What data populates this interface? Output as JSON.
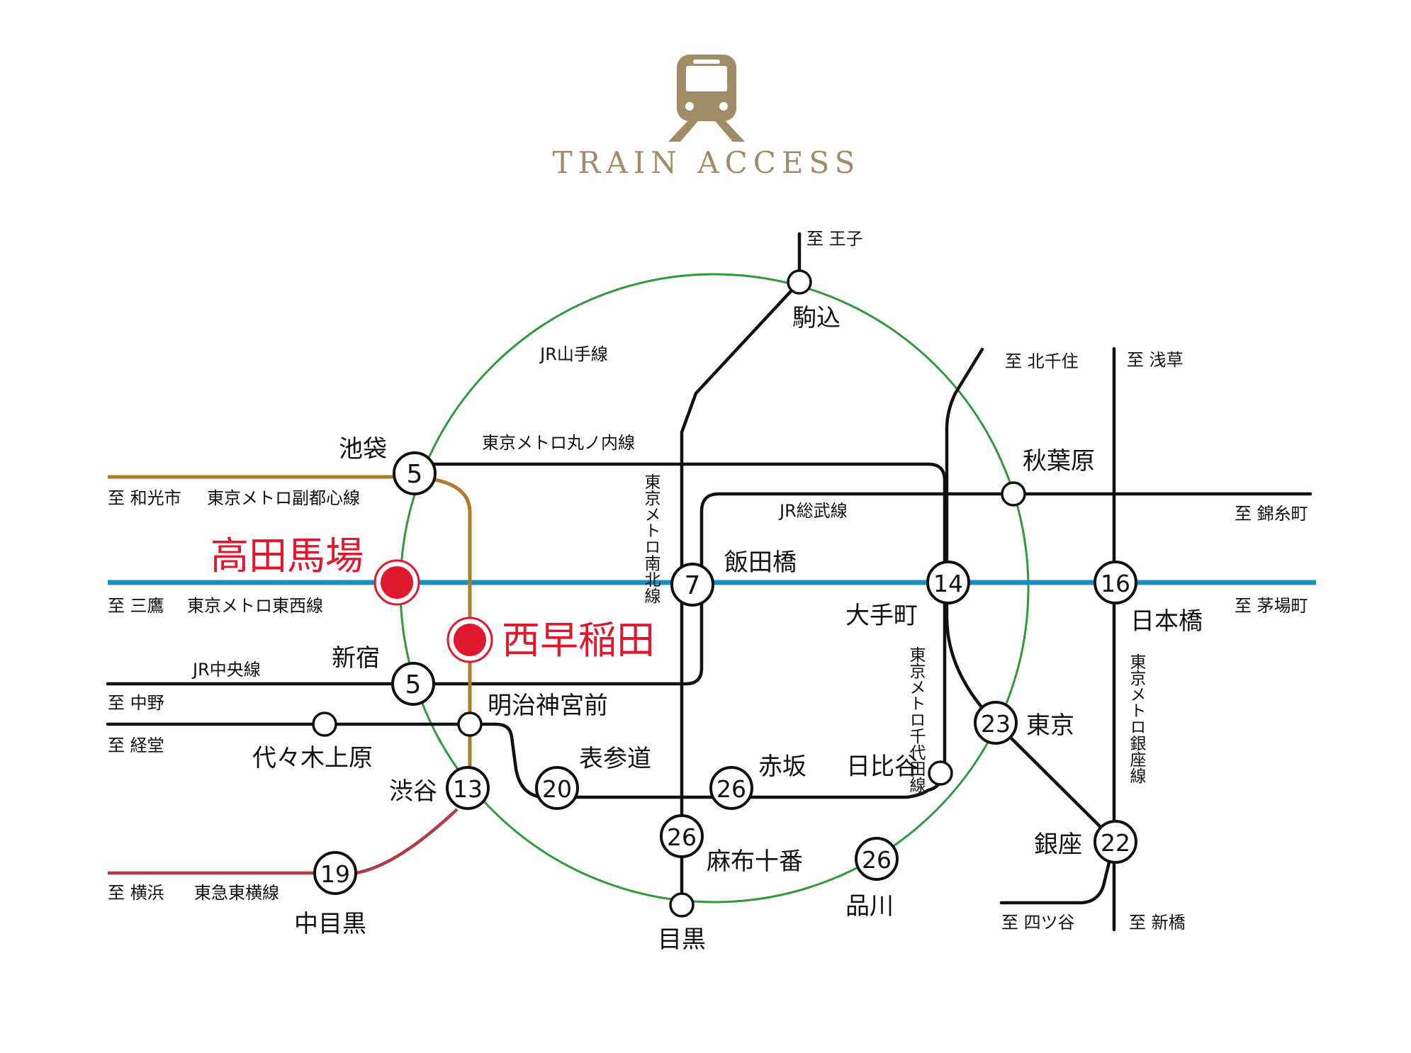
{
  "header": {
    "title": "TRAIN ACCESS",
    "icon": "train-icon"
  },
  "colors": {
    "yamanote": "#2e9a3a",
    "tozai": "#1a8ec0",
    "fukutoshin": "#b07b2c",
    "toyoko": "#b33a45",
    "line": "#111111",
    "highlight": "#e0182d",
    "gold": "#a08c66"
  },
  "lines": {
    "yamanote": "JR山手線",
    "marunouchi": "東京メトロ丸ノ内線",
    "fukutoshin": "東京メトロ副都心線",
    "sobu": "JR総武線",
    "tozai": "東京メトロ東西線",
    "chuo": "JR中央線",
    "toyoko": "東急東横線",
    "namboku": "東京メトロ南北線",
    "chiyoda": "東京メトロ千代田線",
    "ginza": "東京メトロ銀座線"
  },
  "destinations": {
    "oji": "至 王子",
    "kitasenju": "至 北千住",
    "asakusa": "至 浅草",
    "wakoshi": "至 和光市",
    "kinshicho": "至 錦糸町",
    "mitaka": "至 三鷹",
    "kayabacho": "至 茅場町",
    "nakano": "至 中野",
    "kyodo": "至 経堂",
    "yokohama": "至 横浜",
    "yotsuya": "至 四ツ谷",
    "shinbashi": "至 新橋"
  },
  "highlight_stations": {
    "takadanobaba": "高田馬場",
    "nishiwaseda": "西早稲田"
  },
  "stations": {
    "komagome": "駒込",
    "ikebukuro": "池袋",
    "akihabara": "秋葉原",
    "iidabashi": "飯田橋",
    "otemachi": "大手町",
    "nihonbashi": "日本橋",
    "shinjuku": "新宿",
    "meijijingumae": "明治神宮前",
    "yoyogiuehara": "代々木上原",
    "omotesando": "表参道",
    "akasaka": "赤坂",
    "hibiya": "日比谷",
    "tokyo": "東京",
    "shibuya": "渋谷",
    "azabujuban": "麻布十番",
    "ginza": "銀座",
    "shinagawa": "品川",
    "nakameguro": "中目黒",
    "meguro": "目黒"
  },
  "minutes": {
    "ikebukuro": "5",
    "iidabashi": "7",
    "otemachi": "14",
    "nihonbashi": "16",
    "shinjuku": "5",
    "tokyo": "23",
    "omotesando": "20",
    "akasaka": "26",
    "shibuya": "13",
    "azabujuban": "26",
    "shinagawa": "26",
    "ginza": "22",
    "nakameguro": "19"
  }
}
